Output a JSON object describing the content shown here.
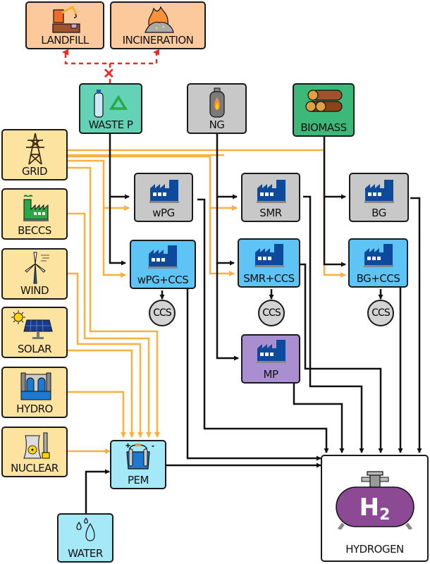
{
  "colors": {
    "disposal": "#fcc99c",
    "waste_plastic": "#64d2b4",
    "natural_gas": "#c8c8c8",
    "biomass": "#3cb878",
    "energy_source": "#fce3a0",
    "plant_conventional": "#c8c8c8",
    "plant_ccs": "#5ec3f5",
    "plant_methane_pyrolysis": "#a98ed0",
    "electrolysis": "#a5e8f8",
    "water": "#a5e8f8",
    "hydrogen": "#ffffff",
    "power_flow": "#fbb040",
    "material_flow": "#111111",
    "avoided_flow": "#ee2a24",
    "factory_icon": "#0d4a9c",
    "h2_tank": "#8c4a94"
  },
  "disposal": {
    "landfill": "LANDFILL",
    "incineration": "INCINERATION",
    "blocked_marker": "✕"
  },
  "feedstocks": {
    "waste_p": "WASTE P",
    "ng": "NG",
    "biomass": "BIOMASS",
    "water": "WATER"
  },
  "energy_sources": [
    "GRID",
    "BECCS",
    "WIND",
    "SOLAR",
    "HYDRO",
    "NUCLEAR"
  ],
  "plants": {
    "wpg": "wPG",
    "wpg_ccs": "wPG+CCS",
    "smr": "SMR",
    "smr_ccs": "SMR+CCS",
    "bg": "BG",
    "bg_ccs": "BG+CCS",
    "mp": "MP",
    "pem": "PEM"
  },
  "ccs_label": "CCS",
  "pem_terminals": {
    "plus": "+",
    "minus": "-"
  },
  "hydrogen": {
    "label": "HYDROGEN",
    "symbol": "H",
    "subscript": "2"
  }
}
